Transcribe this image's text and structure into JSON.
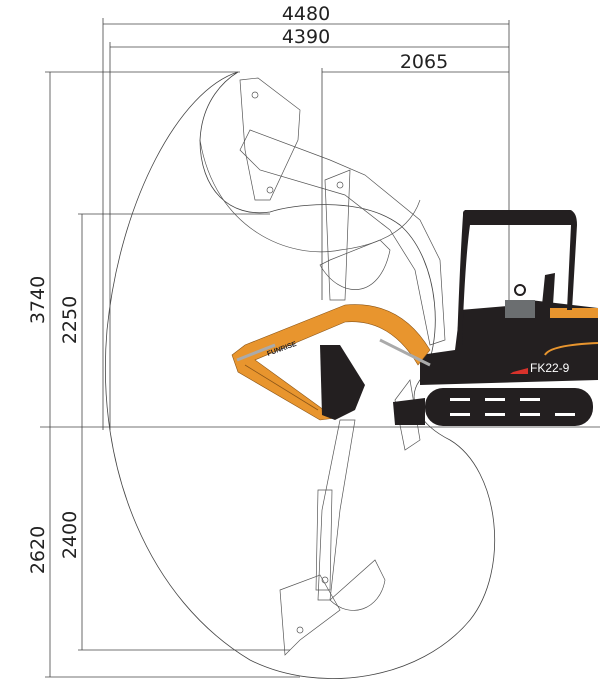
{
  "title": "Excavator working range diagram",
  "model_label": "FK22-9",
  "brand_logo": "FUNRISE",
  "colors": {
    "boom": "#E8952E",
    "body": "#231F20",
    "accent": "#E8952E",
    "stripe": "#D8322B"
  },
  "dimensions": {
    "max_digging_reach": "4480",
    "max_reach_ground": "4390",
    "min_swing_radius": "2065",
    "max_digging_height": "3740",
    "max_dump_height": "2250",
    "max_digging_depth": "2620",
    "max_vertical_wall_depth": "2400"
  }
}
